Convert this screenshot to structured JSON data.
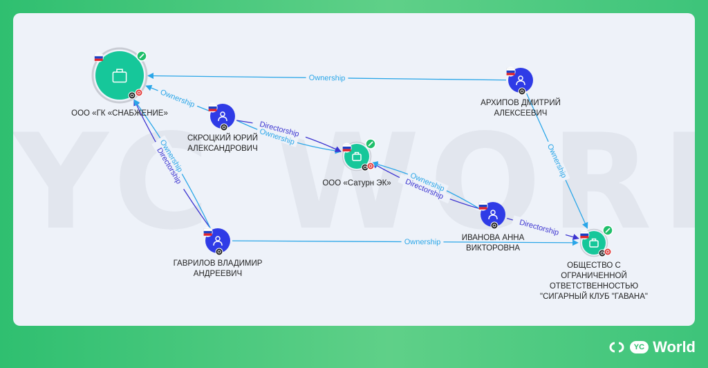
{
  "watermark": "YC WORLD",
  "brand": {
    "short": "YC",
    "word": "World"
  },
  "colors": {
    "ownership": "#2aa6e8",
    "directorship": "#3b33d0",
    "company": "#16c79a",
    "person": "#2f3be6"
  },
  "nodes": [
    {
      "id": "snab",
      "kind": "company",
      "label": [
        "ООО «ГК «СНАБЖЕНИЕ»"
      ]
    },
    {
      "id": "saturn",
      "kind": "company",
      "label": [
        "ООО «Сатурн ЭК»"
      ]
    },
    {
      "id": "havana",
      "kind": "company",
      "label": [
        "ОБЩЕСТВО С",
        "ОГРАНИЧЕННОЙ",
        "ОТВЕТСТВЕННОСТЬЮ",
        "\"СИГАРНЫЙ КЛУБ \"ГАВАНА\""
      ]
    },
    {
      "id": "arkhipov",
      "kind": "person",
      "label": [
        "АРХИПОВ ДМИТРИЙ",
        "АЛЕКСЕЕВИЧ"
      ]
    },
    {
      "id": "skrotsky",
      "kind": "person",
      "label": [
        "СКРОЦКИЙ ЮРИЙ",
        "АЛЕКСАНДРОВИЧ"
      ]
    },
    {
      "id": "gavrilov",
      "kind": "person",
      "label": [
        "ГАВРИЛОВ ВЛАДИМИР",
        "АНДРЕЕВИЧ"
      ]
    },
    {
      "id": "ivanova",
      "kind": "person",
      "label": [
        "ИВАНОВА АННА",
        "ВИКТОРОВНА"
      ]
    }
  ],
  "edges": [
    {
      "from": "arkhipov",
      "to": "snab",
      "type": "ownership",
      "label": "Ownership"
    },
    {
      "from": "skrotsky",
      "to": "snab",
      "type": "ownership",
      "label": "Ownership"
    },
    {
      "from": "skrotsky",
      "to": "saturn",
      "type": "ownership",
      "label": "Ownership"
    },
    {
      "from": "skrotsky",
      "to": "saturn",
      "type": "directorship",
      "label": "Directorship"
    },
    {
      "from": "gavrilov",
      "to": "snab",
      "type": "directorship",
      "label": "Directorship"
    },
    {
      "from": "gavrilov",
      "to": "snab",
      "type": "ownership",
      "label": "Ownership"
    },
    {
      "from": "ivanova",
      "to": "saturn",
      "type": "directorship",
      "label": "Directorship"
    },
    {
      "from": "ivanova",
      "to": "saturn",
      "type": "ownership",
      "label": "Ownership"
    },
    {
      "from": "ivanova",
      "to": "havana",
      "type": "directorship",
      "label": "Directorship"
    },
    {
      "from": "gavrilov",
      "to": "havana",
      "type": "ownership",
      "label": "Ownership"
    },
    {
      "from": "arkhipov",
      "to": "havana",
      "type": "ownership",
      "label": "Ownership"
    }
  ]
}
